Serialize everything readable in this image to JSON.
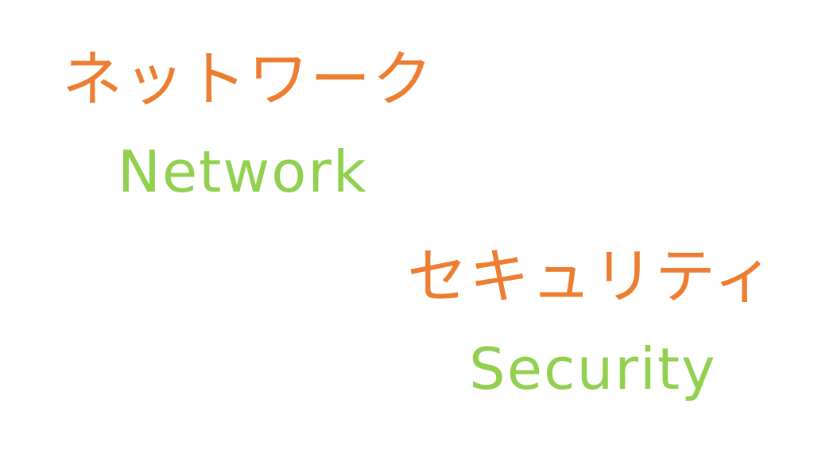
{
  "terms": [
    {
      "japanese": "ネットワーク",
      "english": "Network"
    },
    {
      "japanese": "セキュリティ",
      "english": "Security"
    }
  ],
  "colors": {
    "japanese_text": "#ED7D31",
    "english_text": "#92D050",
    "background": "#FFFFFF"
  }
}
